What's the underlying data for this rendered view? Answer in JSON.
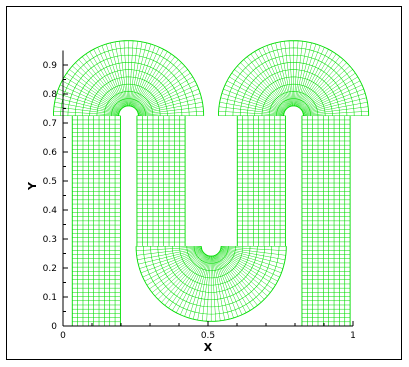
{
  "plot": {
    "xlabel": "X",
    "ylabel": "Y",
    "xlim": [
      0,
      1
    ],
    "ylim": [
      0,
      0.95
    ],
    "x_ticks": [
      {
        "value": 0,
        "label": "0"
      },
      {
        "value": 0.5,
        "label": "0.5"
      },
      {
        "value": 1,
        "label": "1"
      }
    ],
    "y_ticks": [
      {
        "value": 0,
        "label": "0"
      },
      {
        "value": 0.1,
        "label": "0.1"
      },
      {
        "value": 0.2,
        "label": "0.2"
      },
      {
        "value": 0.3,
        "label": "0.3"
      },
      {
        "value": 0.4,
        "label": "0.4"
      },
      {
        "value": 0.5,
        "label": "0.5"
      },
      {
        "value": 0.6,
        "label": "0.6"
      },
      {
        "value": 0.7,
        "label": "0.7"
      },
      {
        "value": 0.8,
        "label": "0.8"
      },
      {
        "value": 0.9,
        "label": "0.9"
      }
    ],
    "mesh_color": "#00dd00",
    "axis_color": "#000000"
  },
  "mesh": {
    "type": "serpentine-channel-grid",
    "channel_width": 0.166,
    "outer_radius": 0.259,
    "inner_radius": 0.034,
    "straight_segments": [
      {
        "x_range": [
          0.032,
          0.198
        ],
        "y_range": [
          0,
          0.725
        ]
      },
      {
        "x_range": [
          0.255,
          0.421
        ],
        "y_range": [
          0.275,
          0.725
        ]
      },
      {
        "x_range": [
          0.601,
          0.767
        ],
        "y_range": [
          0.275,
          0.725
        ]
      },
      {
        "x_range": [
          0.824,
          0.99
        ],
        "y_range": [
          0,
          0.725
        ]
      }
    ],
    "bends": [
      {
        "center": [
          0.226,
          0.725
        ],
        "direction": "up"
      },
      {
        "center": [
          0.511,
          0.275
        ],
        "direction": "down"
      },
      {
        "center": [
          0.795,
          0.725
        ],
        "direction": "up"
      }
    ]
  }
}
